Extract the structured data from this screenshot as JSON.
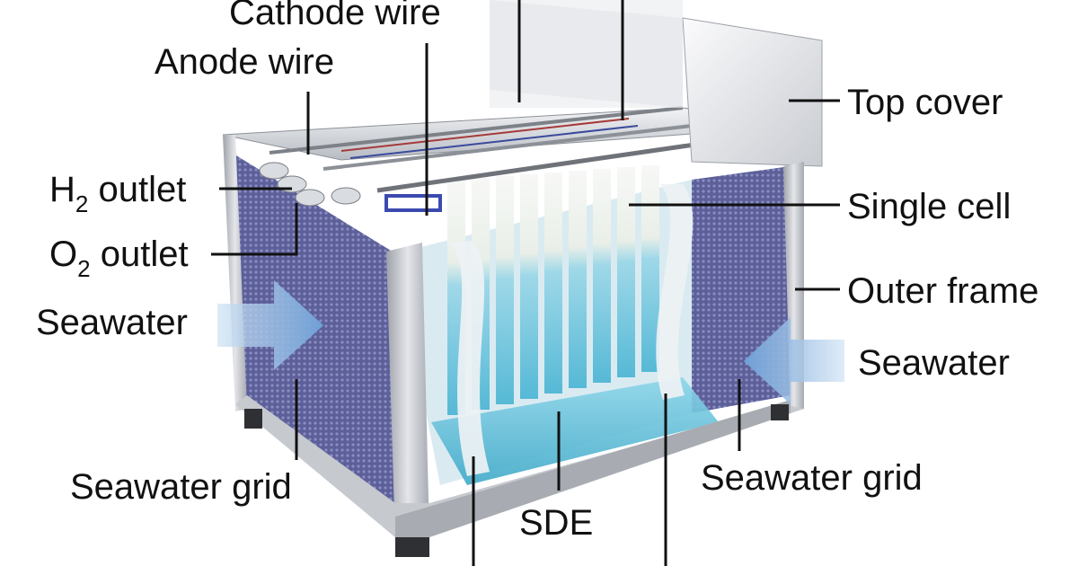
{
  "labels": {
    "cathode_wire": "Cathode wire",
    "anode_wire": "Anode wire",
    "top_cover": "Top cover",
    "h2_outlet_prefix": "H",
    "h2_outlet_sub": "2",
    "h2_outlet_suffix": " outlet",
    "single_cell": "Single cell",
    "o2_outlet_prefix": "O",
    "o2_outlet_sub": "2",
    "o2_outlet_suffix": " outlet",
    "outer_frame": "Outer frame",
    "seawater_left": "Seawater",
    "seawater_right": "Seawater",
    "seawater_grid_left": "Seawater grid",
    "seawater_grid_right": "Seawater grid",
    "sde": "SDE"
  },
  "colors": {
    "frame_steel": "#c9ccd2",
    "grid_mesh": "#6f72a8",
    "electrolyte_cyan": "#6ec9e0",
    "membrane_white": "#eef2f4",
    "arrow_blue": "#8fb6de",
    "label_text": "#111111"
  }
}
